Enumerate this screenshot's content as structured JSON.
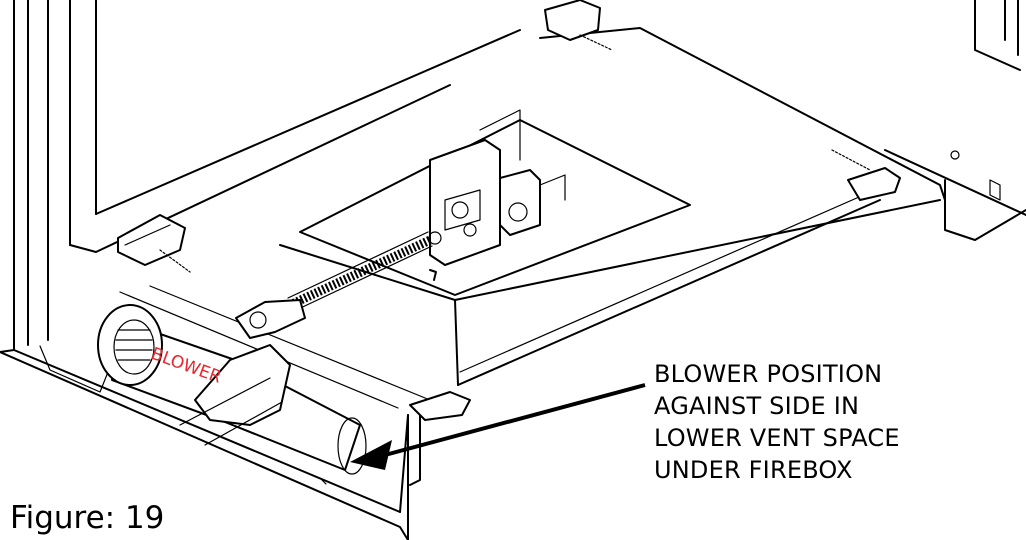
{
  "labels": {
    "blower": "BLOWER",
    "callout_lines": [
      "BLOWER POSITION",
      "AGAINST SIDE IN",
      "LOWER VENT SPACE",
      "UNDER FIREBOX"
    ],
    "figure": "Figure: 19"
  },
  "colors": {
    "line": "#000000",
    "blower_label": "#e8262b",
    "background": "#ffffff"
  }
}
